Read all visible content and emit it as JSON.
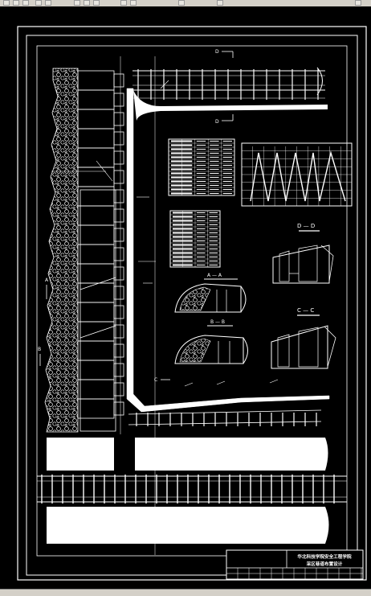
{
  "drawing": {
    "section_labels": {
      "d_top": "D",
      "d_bottom": "D",
      "dd_title": "D — D",
      "aa_title": "A — A",
      "bb_title": "B — B",
      "cc_title": "C — C",
      "a_marker": "A",
      "b_marker": "B",
      "c_marker": "C"
    },
    "title_block": {
      "line1": "华北科技学院安全工程学院",
      "line2": "采区巷道布置设计"
    },
    "colors": {
      "background": "#000000",
      "line": "#ffffff",
      "chrome": "#d4d0c8"
    }
  }
}
